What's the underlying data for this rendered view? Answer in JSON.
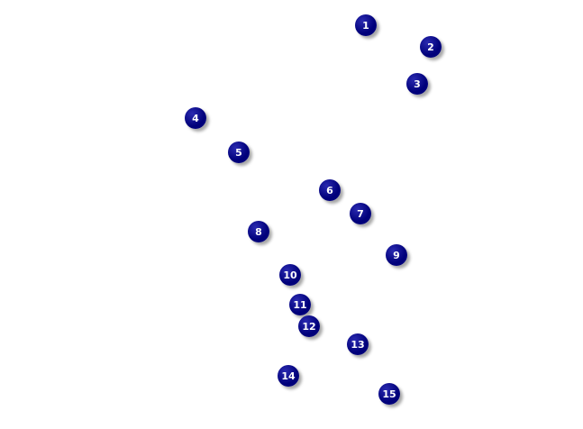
{
  "style": {
    "marker_color": "#00007a",
    "marker_highlight": "#2a2ab0",
    "label_color": "#ffffff"
  },
  "markers": [
    {
      "label": "1"
    },
    {
      "label": "2"
    },
    {
      "label": "3"
    },
    {
      "label": "4"
    },
    {
      "label": "5"
    },
    {
      "label": "6"
    },
    {
      "label": "7"
    },
    {
      "label": "8"
    },
    {
      "label": "9"
    },
    {
      "label": "10"
    },
    {
      "label": "11"
    },
    {
      "label": "12"
    },
    {
      "label": "13"
    },
    {
      "label": "14"
    },
    {
      "label": "15"
    }
  ]
}
